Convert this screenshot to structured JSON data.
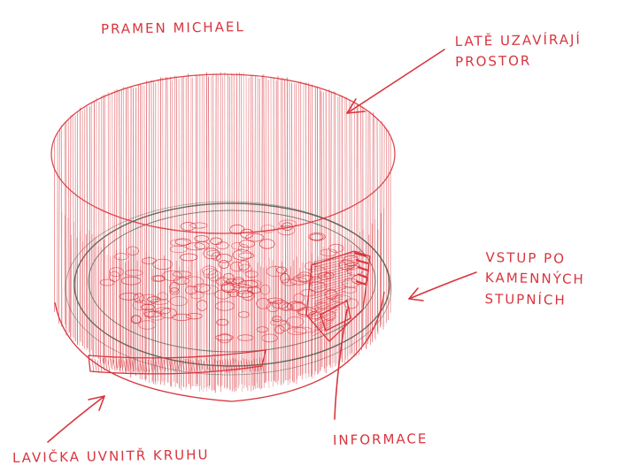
{
  "title": "PRAMEN MICHAEL",
  "annotations": {
    "grasses": [
      "LATĚ UZAVÍRAJÍ",
      "PROSTOR"
    ],
    "entrance": [
      "VSTUP PO",
      "KAMENNÝCH",
      "STUPNÍCH"
    ],
    "information": "INFORMACE",
    "bench": "LAVIČKA UVNITŘ KRUHU"
  },
  "colors": {
    "ink": "#d8353d",
    "pencil": "#4a5a4a",
    "paper": "#ffffff"
  }
}
